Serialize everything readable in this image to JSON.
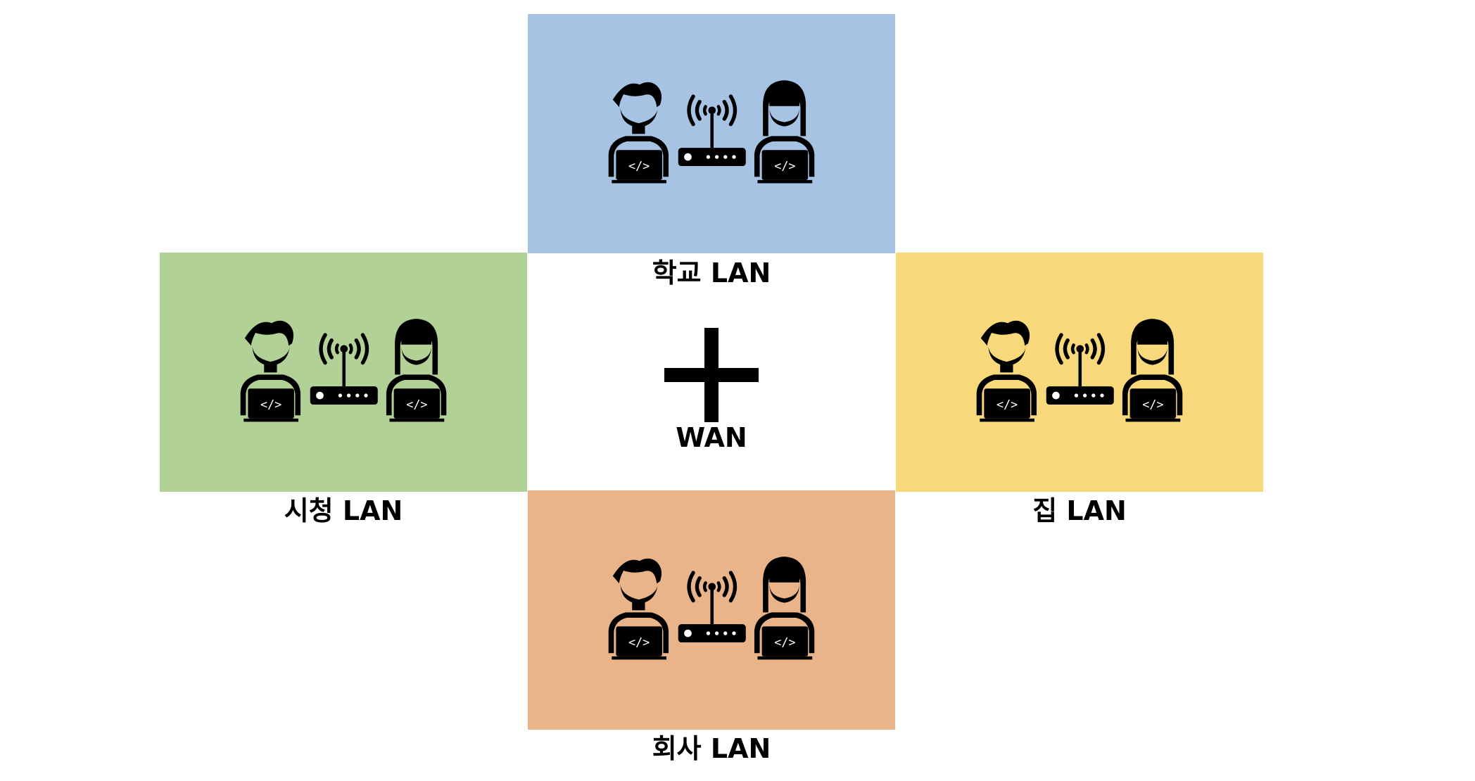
{
  "colors": {
    "school": "#a7c3e4",
    "city": "#b1d196",
    "home": "#f7d97b",
    "company": "#e9b48a"
  },
  "lans": {
    "school": {
      "label": "학교 LAN"
    },
    "city": {
      "label": "시청 LAN"
    },
    "home": {
      "label": "집 LAN"
    },
    "company": {
      "label": "회사 LAN"
    }
  },
  "wan": {
    "label": "WAN"
  },
  "icons": {
    "developer_left": "developer-laptop-icon",
    "router": "wifi-router-icon",
    "developer_right": "developer-laptop-icon",
    "wan_symbol": "plus-icon"
  }
}
